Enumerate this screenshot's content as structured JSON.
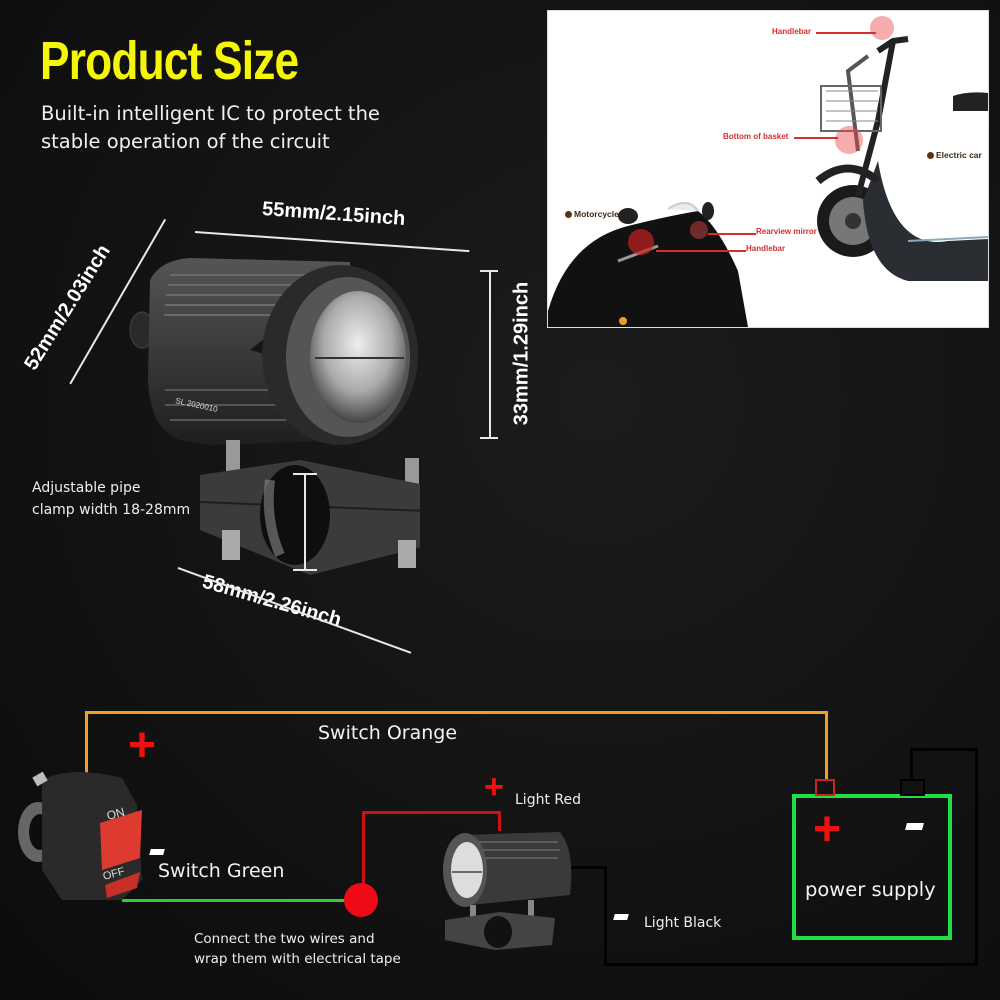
{
  "header": {
    "title": "Product Size",
    "subtitle": "Built-in intelligent IC to protect the stable operation of the circuit"
  },
  "colors": {
    "title": "#f5f50a",
    "wire_orange": "#f0a020",
    "wire_red": "#cc1111",
    "wire_green": "#33cc33",
    "wire_black": "#000000",
    "battery_outline": "#22dd44",
    "plus_sign": "#ee1111",
    "photo_label": "#d62f2f"
  },
  "installation_photo": {
    "labels": {
      "handlebar_top": "Handlebar",
      "bottom_of_basket": "Bottom of basket",
      "electric_car": "Electric car",
      "motorcycle": "Motorcycle",
      "rearview_mirror": "Rearview mirror",
      "handlebar_bottom": "Handlebar"
    }
  },
  "dimensions": {
    "length": "55mm/2.15inch",
    "height_diag": "52mm/2.03inch",
    "lens_height": "33mm/1.29inch",
    "clamp_width": "58mm/2.26inch",
    "body_marking": "SL 2020010",
    "clamp_note_line1": "Adjustable pipe",
    "clamp_note_line2": "clamp width 18-28mm"
  },
  "wiring": {
    "switch_on": "ON",
    "switch_off": "OFF",
    "switch_orange": "Switch Orange",
    "switch_green": "Switch Green",
    "light_red": "Light Red",
    "light_black": "Light Black",
    "power_supply": "power supply",
    "plus": "+",
    "connect_note_line1": "Connect the two wires and",
    "connect_note_line2": "wrap them with electrical tape"
  }
}
